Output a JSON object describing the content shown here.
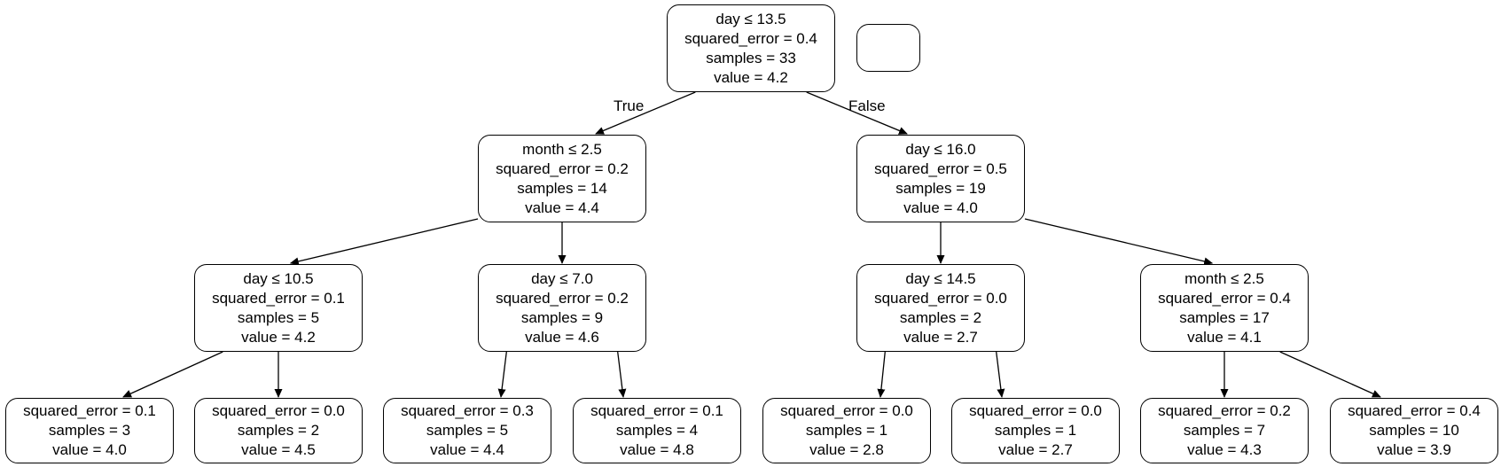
{
  "tree": {
    "edge_labels": {
      "true": "True",
      "false": "False"
    },
    "legend_box": "",
    "nodes": {
      "root": {
        "lines": [
          "day ≤ 13.5",
          "squared_error = 0.4",
          "samples = 33",
          "value = 4.2"
        ]
      },
      "n1": {
        "lines": [
          "month ≤ 2.5",
          "squared_error = 0.2",
          "samples = 14",
          "value = 4.4"
        ]
      },
      "n2": {
        "lines": [
          "day ≤ 16.0",
          "squared_error = 0.5",
          "samples = 19",
          "value = 4.0"
        ]
      },
      "n11": {
        "lines": [
          "day ≤ 10.5",
          "squared_error = 0.1",
          "samples = 5",
          "value = 4.2"
        ]
      },
      "n12": {
        "lines": [
          "day ≤ 7.0",
          "squared_error = 0.2",
          "samples = 9",
          "value = 4.6"
        ]
      },
      "n21": {
        "lines": [
          "day ≤ 14.5",
          "squared_error = 0.0",
          "samples = 2",
          "value = 2.7"
        ]
      },
      "n22": {
        "lines": [
          "month ≤ 2.5",
          "squared_error = 0.4",
          "samples = 17",
          "value = 4.1"
        ]
      },
      "l1": {
        "lines": [
          "squared_error = 0.1",
          "samples = 3",
          "value = 4.0"
        ]
      },
      "l2": {
        "lines": [
          "squared_error = 0.0",
          "samples = 2",
          "value = 4.5"
        ]
      },
      "l3": {
        "lines": [
          "squared_error = 0.3",
          "samples = 5",
          "value = 4.4"
        ]
      },
      "l4": {
        "lines": [
          "squared_error = 0.1",
          "samples = 4",
          "value = 4.8"
        ]
      },
      "l5": {
        "lines": [
          "squared_error = 0.0",
          "samples = 1",
          "value = 2.8"
        ]
      },
      "l6": {
        "lines": [
          "squared_error = 0.0",
          "samples = 1",
          "value = 2.7"
        ]
      },
      "l7": {
        "lines": [
          "squared_error = 0.2",
          "samples = 7",
          "value = 4.3"
        ]
      },
      "l8": {
        "lines": [
          "squared_error = 0.4",
          "samples = 10",
          "value = 3.9"
        ]
      }
    },
    "edges": [
      [
        "root",
        "n1"
      ],
      [
        "root",
        "n2"
      ],
      [
        "n1",
        "n11"
      ],
      [
        "n1",
        "n12"
      ],
      [
        "n2",
        "n21"
      ],
      [
        "n2",
        "n22"
      ],
      [
        "n11",
        "l1"
      ],
      [
        "n11",
        "l2"
      ],
      [
        "n12",
        "l3"
      ],
      [
        "n12",
        "l4"
      ],
      [
        "n21",
        "l5"
      ],
      [
        "n21",
        "l6"
      ],
      [
        "n22",
        "l7"
      ],
      [
        "n22",
        "l8"
      ]
    ]
  }
}
